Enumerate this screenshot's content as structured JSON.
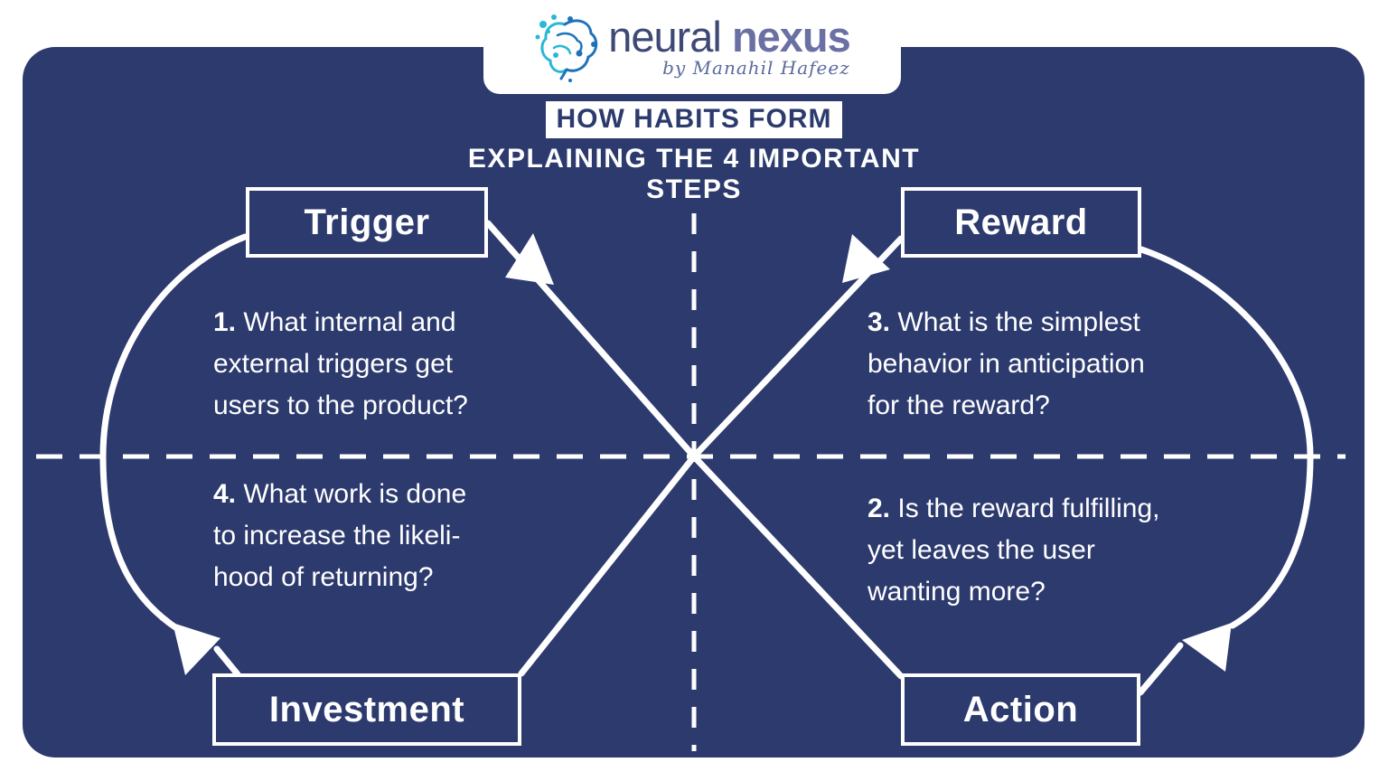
{
  "brand": {
    "name_light": "neural",
    "name_bold": "nexus",
    "byline": "by Manahil Hafeez"
  },
  "title": {
    "highlight": "HOW HABITS FORM",
    "line2": "EXPLAINING THE 4 IMPORTANT",
    "line3": "STEPS"
  },
  "steps": [
    {
      "label": "Trigger",
      "number": "1.",
      "lines": [
        "What internal and",
        "external triggers get",
        "users to the product?"
      ]
    },
    {
      "label": "Reward",
      "number": "3.",
      "lines": [
        "What is the simplest",
        "behavior in anticipation",
        "for the reward?"
      ]
    },
    {
      "label": "Investment",
      "number": "4.",
      "lines": [
        "What work is done",
        "to increase the likeli-",
        "hood of returning?"
      ]
    },
    {
      "label": "Action",
      "number": "2.",
      "lines": [
        "Is the reward fulfilling,",
        "yet leaves the user",
        "wanting more?"
      ]
    }
  ],
  "colors": {
    "page_bg": "#ffffff",
    "card": "#2c3a6e",
    "line": "#ffffff",
    "title_highlight": "#ffffff",
    "logo_neural": "#3e4a75",
    "logo_nexus": "#6a70a3",
    "logo_byline": "#5a6b9b",
    "brain_teal": "#2ab7d6",
    "brain_blue": "#1d73bb"
  }
}
